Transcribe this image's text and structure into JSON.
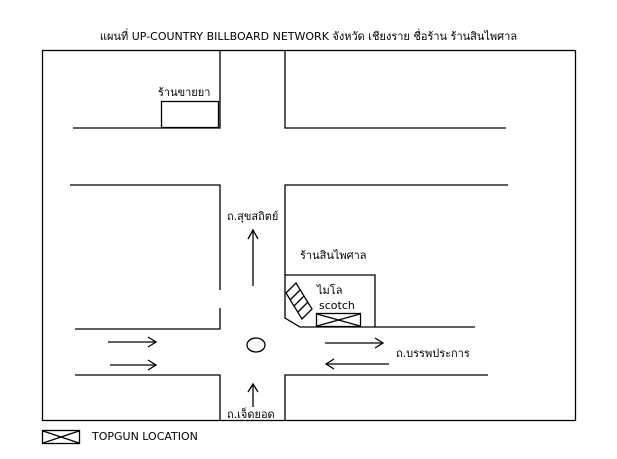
{
  "title": "แผนที่ UP-COUNTRY BILLBOARD NETWORK จังหวัด เชียงราย ชื่อร้าน ร้านสินไพศาล",
  "labels": {
    "pharmacy": "ร้านขายยา",
    "road_north": "ถ.สุขสถิตย์",
    "store": "ร้านสินไพศาล",
    "milo": "ไมโล",
    "scotch": "scotch",
    "road_east": "ถ.บรรพประการ",
    "road_south": "ถ.เจ็ดยอด"
  },
  "legend": {
    "label": "TOPGUN LOCATION",
    "icon": "crossed-box-icon"
  },
  "colors": {
    "line": "#000000",
    "background": "#ffffff"
  }
}
